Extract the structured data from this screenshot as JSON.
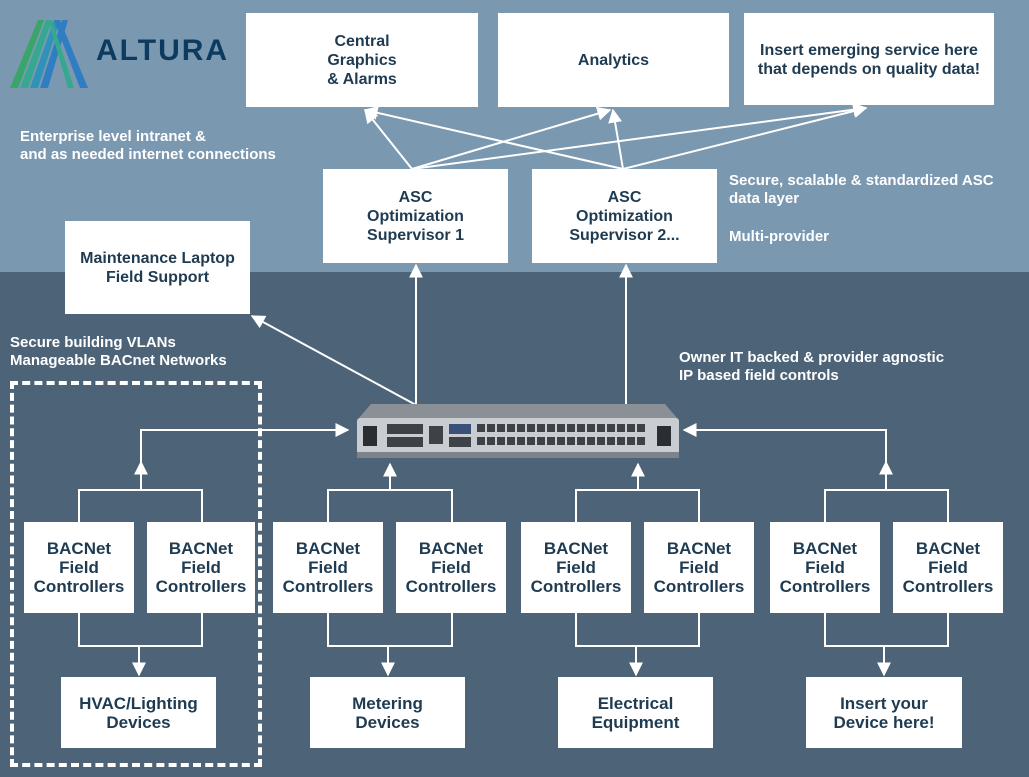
{
  "brand": {
    "name": "ALTURA",
    "colors": {
      "navy": "#0d3a5f",
      "green": "#2ea66a",
      "blue": "#2f7ec2",
      "light": "#7b98b1",
      "dark": "#4d6478"
    }
  },
  "top_boxes": {
    "central": "Central\nGraphics\n& Alarms",
    "analytics": "Analytics",
    "emerging": "Insert emerging service here\nthat depends on quality data!"
  },
  "supervisors": {
    "s1": "ASC\nOptimization\nSupervisor 1",
    "s2": "ASC\nOptimization\nSupervisor 2..."
  },
  "maintenance": "Maintenance Laptop\nField Support",
  "notes": {
    "enterprise": "Enterprise level intranet &\nand as needed internet connections",
    "secure_layer": "Secure, scalable & standardized ASC\ndata layer",
    "multi_provider": "Multi-provider",
    "vlans": "Secure building VLANs\nManageable BACnet Networks",
    "owner_it": "Owner IT backed & provider agnostic\nIP based field controls"
  },
  "controller_label": "BACNet\nField\nControllers",
  "devices": {
    "hvac": "HVAC/Lighting\nDevices",
    "metering": "Metering\nDevices",
    "electrical": "Electrical\nEquipment",
    "insert": "Insert your\nDevice here!"
  },
  "icons": [
    "altura-logo-icon",
    "network-switch-icon"
  ]
}
